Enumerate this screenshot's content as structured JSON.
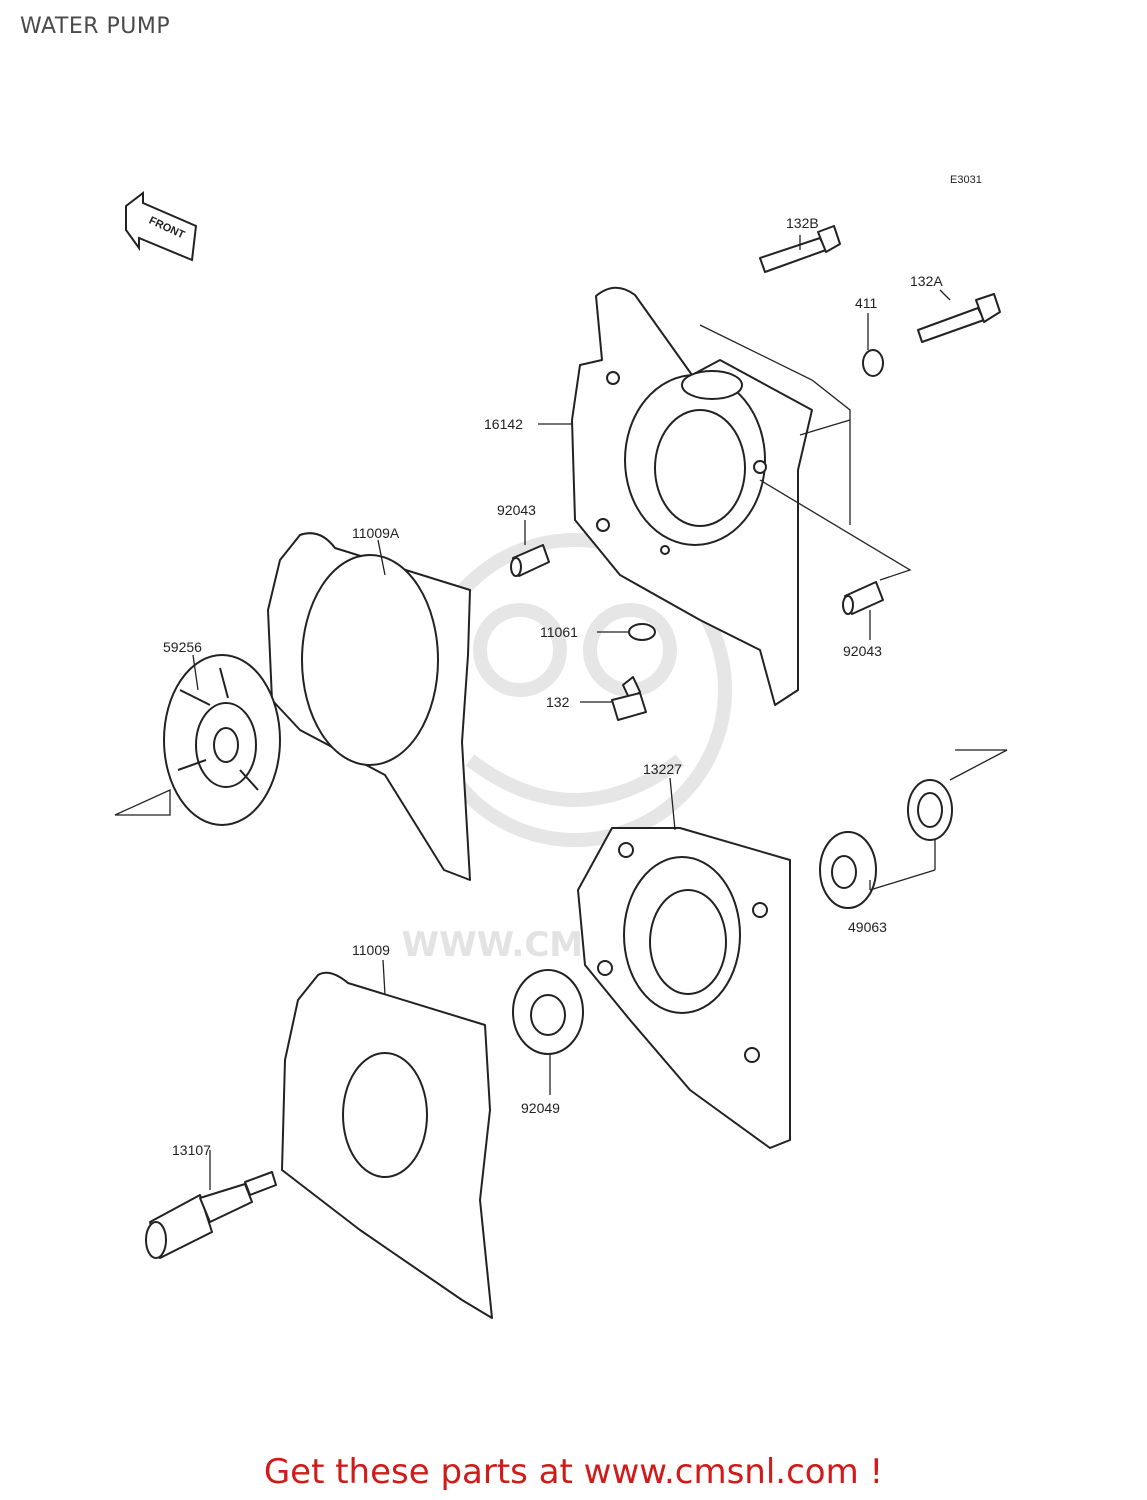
{
  "header": {
    "title": "WATER PUMP"
  },
  "diagram": {
    "code": "E3031",
    "front_marker": "FRONT",
    "watermark": "WWW.CMSNL.COM",
    "parts": [
      {
        "id": "p132b",
        "number": "132B"
      },
      {
        "id": "p132a",
        "number": "132A"
      },
      {
        "id": "p411",
        "number": "411"
      },
      {
        "id": "p16142",
        "number": "16142"
      },
      {
        "id": "p92043a",
        "number": "92043"
      },
      {
        "id": "p92043b",
        "number": "92043"
      },
      {
        "id": "p11009a",
        "number": "11009A"
      },
      {
        "id": "p59256",
        "number": "59256"
      },
      {
        "id": "p11061",
        "number": "11061"
      },
      {
        "id": "p132",
        "number": "132"
      },
      {
        "id": "p13227",
        "number": "13227"
      },
      {
        "id": "p49063",
        "number": "49063"
      },
      {
        "id": "p11009",
        "number": "11009"
      },
      {
        "id": "p92049",
        "number": "92049"
      },
      {
        "id": "p13107",
        "number": "13107"
      }
    ]
  },
  "footer": {
    "promo": "Get these parts at www.cmsnl.com !"
  }
}
